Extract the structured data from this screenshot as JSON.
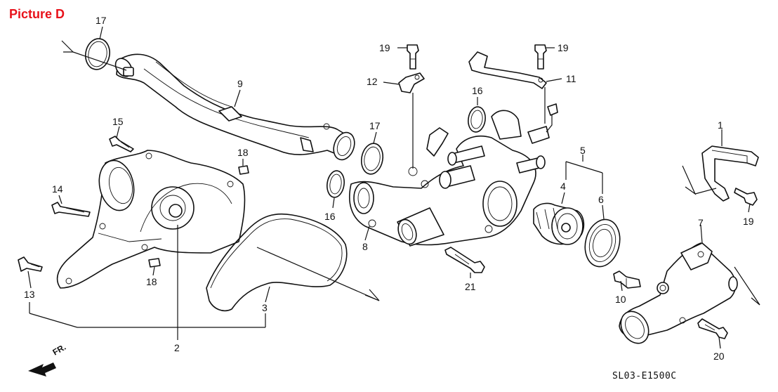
{
  "title": "Picture D",
  "diagram_code": "SL03-E1500C",
  "direction_label": "FR.",
  "parts": [
    {
      "id": "p1",
      "number": "1"
    },
    {
      "id": "p2",
      "number": "2"
    },
    {
      "id": "p3",
      "number": "3"
    },
    {
      "id": "p4",
      "number": "4"
    },
    {
      "id": "p5",
      "number": "5"
    },
    {
      "id": "p6",
      "number": "6"
    },
    {
      "id": "p7",
      "number": "7"
    },
    {
      "id": "p8",
      "number": "8"
    },
    {
      "id": "p9",
      "number": "9"
    },
    {
      "id": "p10",
      "number": "10"
    },
    {
      "id": "p11",
      "number": "11"
    },
    {
      "id": "p12",
      "number": "12"
    },
    {
      "id": "p13",
      "number": "13"
    },
    {
      "id": "p14",
      "number": "14"
    },
    {
      "id": "p15",
      "number": "15"
    },
    {
      "id": "p16a",
      "number": "16"
    },
    {
      "id": "p16b",
      "number": "16"
    },
    {
      "id": "p17a",
      "number": "17"
    },
    {
      "id": "p17b",
      "number": "17"
    },
    {
      "id": "p18a",
      "number": "18"
    },
    {
      "id": "p18b",
      "number": "18"
    },
    {
      "id": "p19a",
      "number": "19"
    },
    {
      "id": "p19b",
      "number": "19"
    },
    {
      "id": "p19c",
      "number": "19"
    },
    {
      "id": "p20",
      "number": "20"
    },
    {
      "id": "p21",
      "number": "21"
    }
  ]
}
